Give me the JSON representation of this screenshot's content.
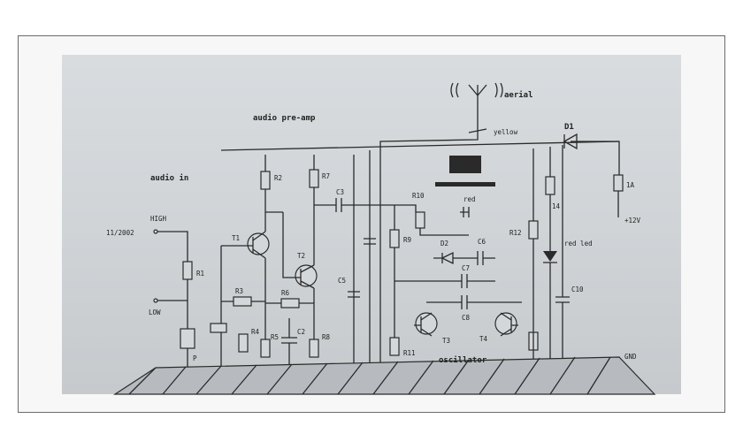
{
  "labels": {
    "aerial": "aerial",
    "yellow": "yellow",
    "d1": "D1",
    "audio_pre_amp": "audio pre-amp",
    "audio_in": "audio in",
    "high": "HIGH",
    "date": "11/2002",
    "low": "LOW",
    "p": "P",
    "r1": "R1",
    "r2": "R2",
    "r3": "R3",
    "r4": "R4",
    "r5": "R5",
    "r6": "R6",
    "r7": "R7",
    "r8": "R8",
    "r9": "R9",
    "r10": "R10",
    "r11": "R11",
    "r12": "R12",
    "t1": "T1",
    "t2": "T2",
    "t3": "T3",
    "t4": "T4",
    "c2": "C2",
    "c3": "C3",
    "c5": "C5",
    "c6": "C6",
    "c7": "C7",
    "c8": "C8",
    "c10": "C10",
    "d2": "D2",
    "red": "red",
    "red_led": "red led",
    "fuse": "1A",
    "supply": "+12V",
    "gnd": "GND",
    "oscillator": "oscillator",
    "r14": "14"
  }
}
